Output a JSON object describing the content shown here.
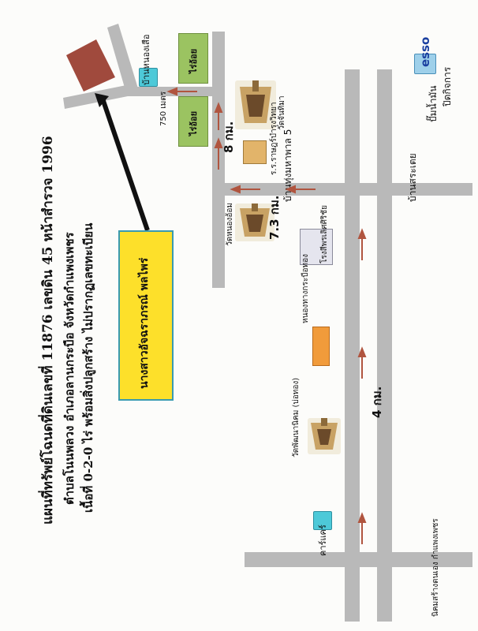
{
  "title": {
    "line1": "แผนที่ทรัพย์โฉนดที่ดินเลขที่ 11876  เลขดิน 45 หน้าสำรวจ 1996",
    "line2": "ตำบลโนนพลวง อำเภอลานกระบือ จังหวัดกำแพงเพชร",
    "line3": "เนื้อที่ 0-2-0 ไร่  พร้อมสิ่งปลูกสร้าง ไม่ปรากฏเลขทะเบียน"
  },
  "owner_label": "นางสาวอัจฉราภรณ์  พลไพร่",
  "places": {
    "ban_nong_sua": "บ้านหนองเสือ",
    "rai_oi_1": "ไร่อ้อย",
    "rai_oi_2": "ไร่อ้อย",
    "wat_chan_thima": "วัดจันทิมา",
    "school": "ร.ร.ราษฎร์บำรุงวิทยา",
    "ban_thung_maha_phan": "บ้านทุ่งมหาพาล 5",
    "ban_sa_toei": "บ้านสระเตย",
    "esso_brand": "esso",
    "esso_label": "ปั๊มน้ำมัน",
    "esso_status": "ปิดกิจการ",
    "wat_nong_oi": "วัดหนองอ้อม",
    "tod_rice_mill": "โรงสีพรเลิศศิริชัย",
    "nong_tang": "หนองทางกระบือทอง",
    "wat_phatthana_nikhom": "วัดพัฒนานิคม (บ่อทอง)",
    "cafe": "คาร์แคร์",
    "nikhom": "นิคมสร้างตนเอง กำแพงเพชร"
  },
  "distances": {
    "d750": "750 เมตร",
    "d8": "8 กม.",
    "d73": "7.3 กม.",
    "d4": "4 กม."
  },
  "colors": {
    "road": "#b9b9b9",
    "arrow": "#b0553f",
    "field": "#9bc361",
    "owner_box": "#fde02a",
    "owner_border": "#3a9bb0",
    "parcel": "#a04a3d",
    "cyan": "#4dc9d8",
    "orange": "#f19b3b",
    "mill": "#e5e5ee"
  }
}
